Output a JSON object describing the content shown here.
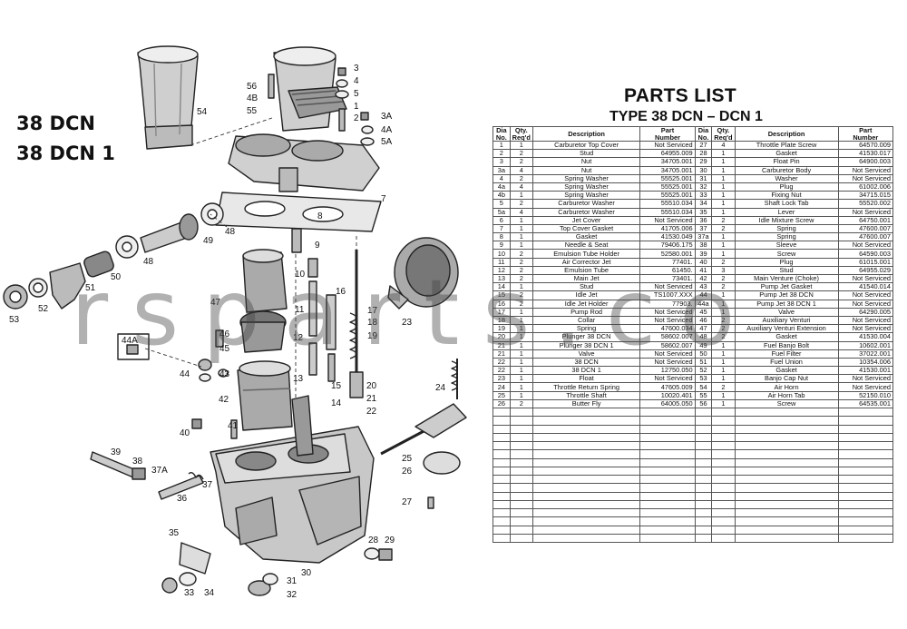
{
  "diagram": {
    "models": [
      "38 DCN",
      "38 DCN 1"
    ],
    "part_labels": [
      "54",
      "56",
      "4B",
      "55",
      "3",
      "4",
      "5",
      "1",
      "2",
      "3A",
      "4A",
      "5A",
      "7",
      "8",
      "48",
      "49",
      "9",
      "50",
      "48",
      "51",
      "52",
      "53",
      "10",
      "16",
      "17",
      "18",
      "19",
      "23",
      "47",
      "11",
      "46",
      "45",
      "12",
      "44A",
      "44",
      "43",
      "15",
      "42",
      "14",
      "13",
      "20",
      "21",
      "22",
      "24",
      "41",
      "40",
      "39",
      "38",
      "37A",
      "37",
      "36",
      "25",
      "26",
      "27",
      "35",
      "28",
      "29",
      "34",
      "33",
      "31",
      "32",
      "30"
    ]
  },
  "parts_list": {
    "title": "PARTS LIST",
    "subtitle": "TYPE 38 DCN – DCN 1",
    "headers": {
      "dia_no": "Dia\nNo.",
      "qty": "Qty.\nReq'd",
      "description": "Description",
      "part_number": "Part\nNumber"
    },
    "left": [
      [
        "1",
        "1",
        "Carburetor Top Cover",
        "Not Serviced"
      ],
      [
        "2",
        "2",
        "Stud",
        "64955.009"
      ],
      [
        "3",
        "2",
        "Nut",
        "34705.001"
      ],
      [
        "3a",
        "4",
        "Nut",
        "34705.001"
      ],
      [
        "4",
        "2",
        "Spring Washer",
        "55525.001"
      ],
      [
        "4a",
        "4",
        "Spring Washer",
        "55525.001"
      ],
      [
        "4b",
        "1",
        "Spring Washer",
        "55525.001"
      ],
      [
        "5",
        "2",
        "Carburetor Washer",
        "55510.034"
      ],
      [
        "5a",
        "4",
        "Carburetor Washer",
        "55510.034"
      ],
      [
        "6",
        "1",
        "Jet Cover",
        "Not Serviced"
      ],
      [
        "7",
        "1",
        "Top Cover Gasket",
        "41705.006"
      ],
      [
        "8",
        "1",
        "Gasket",
        "41530.049"
      ],
      [
        "9",
        "1",
        "Needle & Seat",
        "79406.175"
      ],
      [
        "10",
        "2",
        "Emulsion Tube Holder",
        "52580.001"
      ],
      [
        "11",
        "2",
        "Air Corrector Jet",
        "77401."
      ],
      [
        "12",
        "2",
        "Emulsion Tube",
        "61450."
      ],
      [
        "13",
        "2",
        "Main Jet",
        "73401."
      ],
      [
        "14",
        "1",
        "Stud",
        "Not Serviced"
      ],
      [
        "15",
        "2",
        "Idle Jet",
        "TS1007.XXX"
      ],
      [
        "16",
        "2",
        "Idle Jet Holder",
        "77903."
      ],
      [
        "17",
        "1",
        "Pump Rod",
        "Not Serviced"
      ],
      [
        "18",
        "1",
        "Collar",
        "Not Serviced"
      ],
      [
        "19",
        "1",
        "Spring",
        "47600.034"
      ],
      [
        "20",
        "1",
        "Plunger  38 DCN",
        "58602.007"
      ],
      [
        "21",
        "1",
        "Plunger  38 DCN 1",
        "58602.007"
      ],
      [
        "21",
        "1",
        "Valve",
        "Not Serviced"
      ],
      [
        "22",
        "1",
        "38 DCN",
        "Not Serviced"
      ],
      [
        "22",
        "1",
        "38 DCN 1",
        "12750.050"
      ],
      [
        "23",
        "1",
        "Float",
        "Not Serviced"
      ],
      [
        "24",
        "1",
        "Throttle Return Spring",
        "47605.009"
      ],
      [
        "25",
        "1",
        "Throttle Shaft",
        "10020.401"
      ],
      [
        "26",
        "2",
        "Butter Fly",
        "64005.050"
      ]
    ],
    "right": [
      [
        "27",
        "4",
        "Throttle Plate Screw",
        "64570.009"
      ],
      [
        "28",
        "1",
        "Gasket",
        "41530.017"
      ],
      [
        "29",
        "1",
        "Float Pin",
        "64900.003"
      ],
      [
        "30",
        "1",
        "Carburetor Body",
        "Not Serviced"
      ],
      [
        "31",
        "1",
        "Washer",
        "Not Serviced"
      ],
      [
        "32",
        "1",
        "Plug",
        "61002.006"
      ],
      [
        "33",
        "1",
        "Fixing Nut",
        "34715.015"
      ],
      [
        "34",
        "1",
        "Shaft Lock Tab",
        "55520.002"
      ],
      [
        "35",
        "1",
        "Lever",
        "Not Serviced"
      ],
      [
        "36",
        "2",
        "Idle Mixture Screw",
        "64750.001"
      ],
      [
        "37",
        "2",
        "Spring",
        "47600.007"
      ],
      [
        "37a",
        "1",
        "Spring",
        "47600.007"
      ],
      [
        "38",
        "1",
        "Sleeve",
        "Not Serviced"
      ],
      [
        "39",
        "1",
        "Screw",
        "64590.003"
      ],
      [
        "40",
        "2",
        "Plug",
        "61015.001"
      ],
      [
        "41",
        "3",
        "Stud",
        "64955.029"
      ],
      [
        "42",
        "2",
        "Main Venture (Choke)",
        "Not Serviced"
      ],
      [
        "43",
        "2",
        "Pump Jet Gasket",
        "41540.014"
      ],
      [
        "44",
        "1",
        "Pump Jet 38 DCN",
        "Not Serviced"
      ],
      [
        "44a",
        "1",
        "Pump Jet 38 DCN 1",
        "Not Serviced"
      ],
      [
        "45",
        "1",
        "Valve",
        "64290.005"
      ],
      [
        "46",
        "2",
        "Auxiliary Venturi",
        "Not Serviced"
      ],
      [
        "47",
        "2",
        "Auxiliary Venturi Extension",
        "Not Serviced"
      ],
      [
        "48",
        "2",
        "Gasket",
        "41530.004"
      ],
      [
        "49",
        "1",
        "Fuel Banjo Bolt",
        "10602.001"
      ],
      [
        "50",
        "1",
        "Fuel Filter",
        "37022.001"
      ],
      [
        "51",
        "1",
        "Fuel Union",
        "10354.006"
      ],
      [
        "52",
        "1",
        "Gasket",
        "41530.001"
      ],
      [
        "53",
        "1",
        "Banjo Cap Nut",
        "Not Serviced"
      ],
      [
        "54",
        "2",
        "Air Horn",
        "Not Serviced"
      ],
      [
        "55",
        "1",
        "Air Horn Tab",
        "52150.010"
      ],
      [
        "56",
        "1",
        "Screw",
        "64535.001"
      ]
    ],
    "empty_rows": 16
  },
  "watermark": "rsparts.co"
}
